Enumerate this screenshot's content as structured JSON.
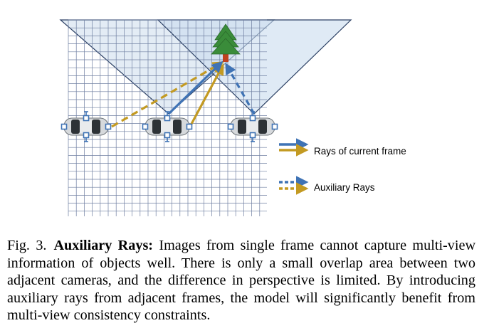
{
  "legend": {
    "current_rays": "Rays of current frame",
    "auxiliary_rays": "Auxiliary Rays"
  },
  "caption": {
    "label": "Fig. 3.",
    "title": "Auxiliary Rays:",
    "text": "Images from single frame cannot capture multi-view information of objects well. There is only a small overlap area between two adjacent cameras, and the difference in perspective is limited. By introducing auxiliary rays from adjacent frames, the model will significantly benefit from multi-view consistency constraints."
  },
  "colors": {
    "ray_blue": "#3f73b5",
    "ray_gold": "#c39a22",
    "frustum_fill": "#d6e4f1",
    "grid_line": "#6f7fa1",
    "tree_green": "#3a8c3a",
    "trunk": "#c0421e"
  },
  "icons": [
    "tree-icon",
    "car-icon"
  ]
}
